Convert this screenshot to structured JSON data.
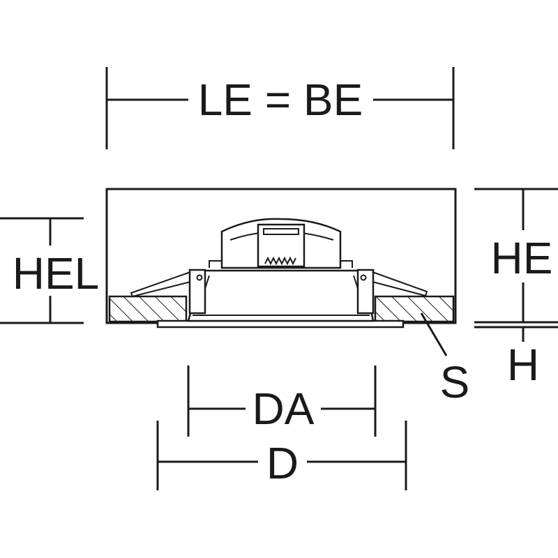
{
  "dimensions": {
    "width_label": "LE = BE",
    "left_height_label": "HEL",
    "right_height_label": "HE",
    "trim_height_label": "H",
    "ceiling_label": "S",
    "aperture_label": "DA",
    "outer_diameter_label": "D"
  },
  "colors": {
    "ink": "#1a1a1a",
    "background": "#ffffff"
  }
}
